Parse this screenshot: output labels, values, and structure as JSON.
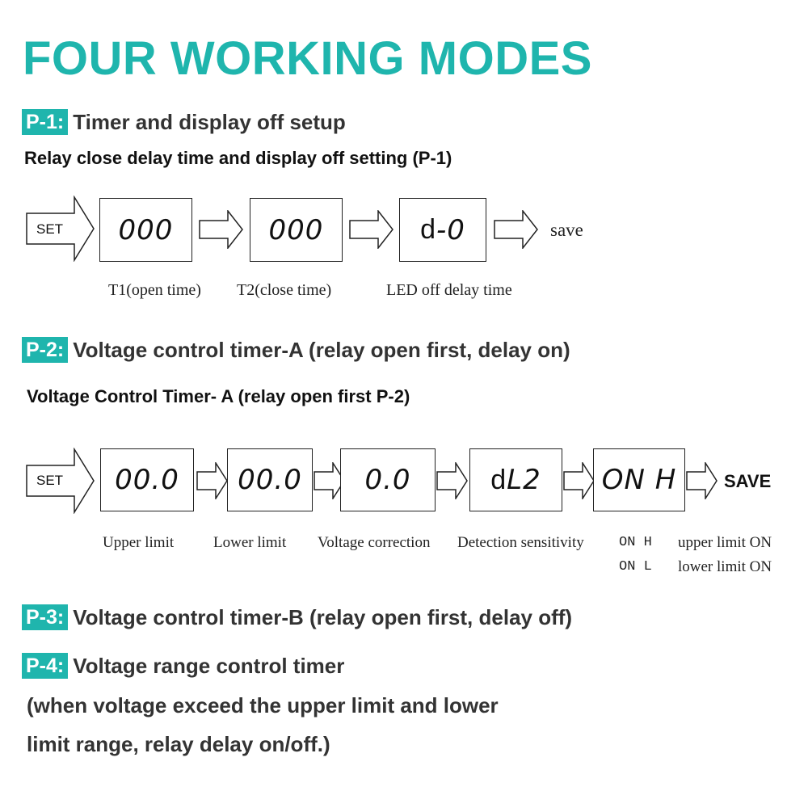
{
  "title": "FOUR WORKING MODES",
  "p1": {
    "badge": "P-1:",
    "heading": "Timer and display off setup",
    "subtitle": "Relay close delay time and display off setting (P-1)",
    "set_label": "SET",
    "displays": [
      "000",
      "000",
      "-0"
    ],
    "display3_prefix": "d",
    "save": "save",
    "labels": [
      "T1(open time)",
      "T2(close time)",
      "LED off delay time"
    ]
  },
  "p2": {
    "badge": "P-2:",
    "heading": "Voltage control timer-A (relay open first, delay on)",
    "subtitle": "Voltage Control Timer- A (relay open first P-2)",
    "set_label": "SET",
    "displays": [
      "00.0",
      "00.0",
      "0.0",
      "L2",
      "ON H"
    ],
    "display4_prefix": "d",
    "save": "SAVE",
    "labels": [
      "Upper limit",
      "Lower limit",
      "Voltage correction",
      "Detection sensitivity"
    ],
    "on_h": "ON H",
    "on_l": "ON L",
    "upper_on": "upper limit ON",
    "lower_on": "lower limit ON"
  },
  "p3": {
    "badge": "P-3:",
    "heading": "Voltage control timer-B (relay open first, delay off)"
  },
  "p4": {
    "badge": "P-4:",
    "heading": "Voltage range control timer",
    "line1": "(when voltage exceed the upper limit and lower",
    "line2": "limit range, relay delay on/off.)"
  }
}
